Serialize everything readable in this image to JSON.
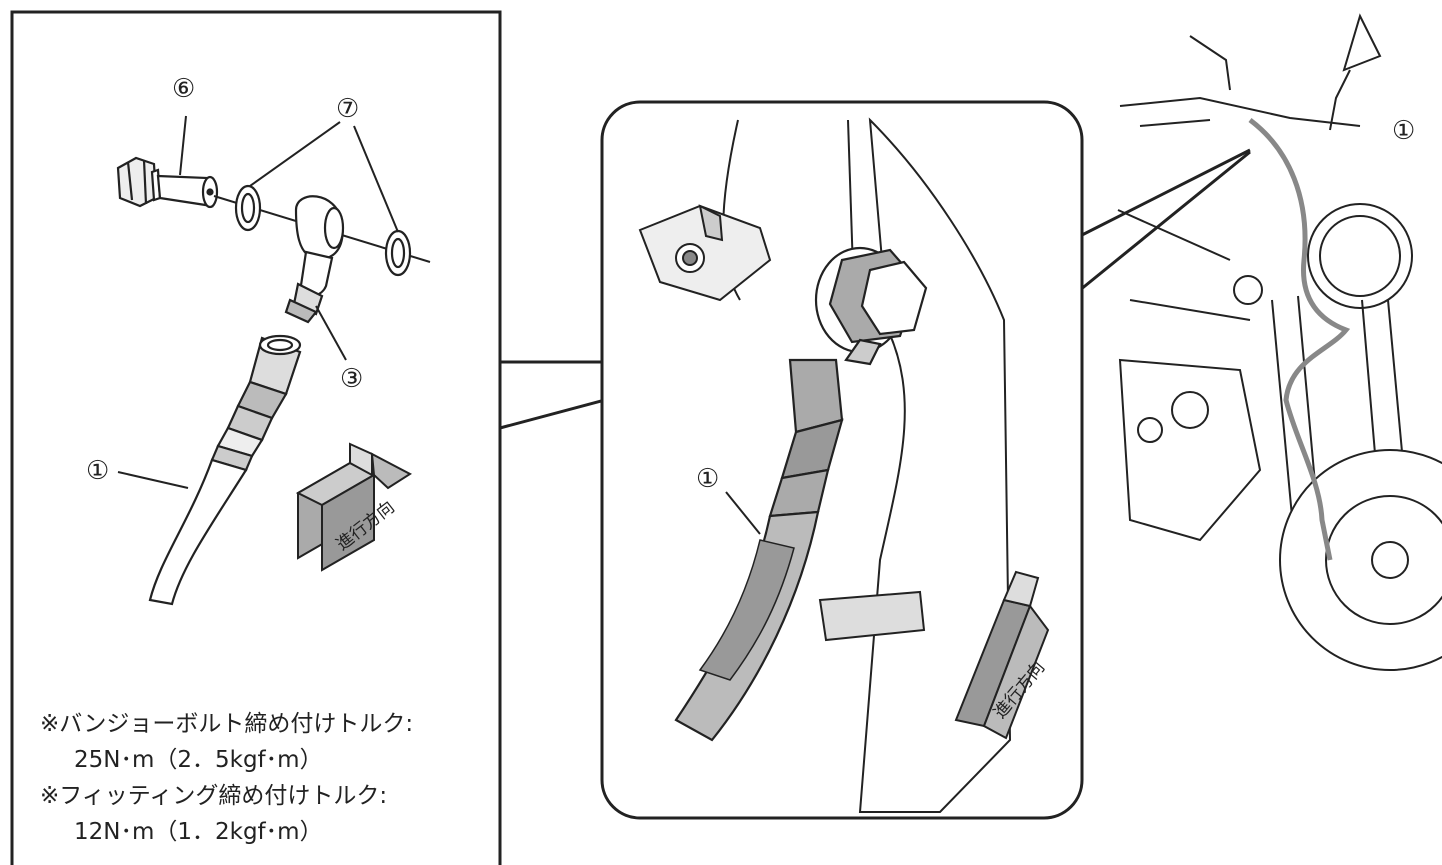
{
  "callouts": {
    "hose": "①",
    "fitting": "③",
    "banjo_bolt": "⑥",
    "washer": "⑦"
  },
  "direction_label": "進行方向",
  "notes": {
    "banjo_torque_title": "※バンジョーボルト締め付けトルク:",
    "banjo_torque_value": "25N･m（2．5kgf･m）",
    "fitting_torque_title": "※フィッティング締め付けトルク:",
    "fitting_torque_value": "12N･m（1．2kgf･m）"
  }
}
